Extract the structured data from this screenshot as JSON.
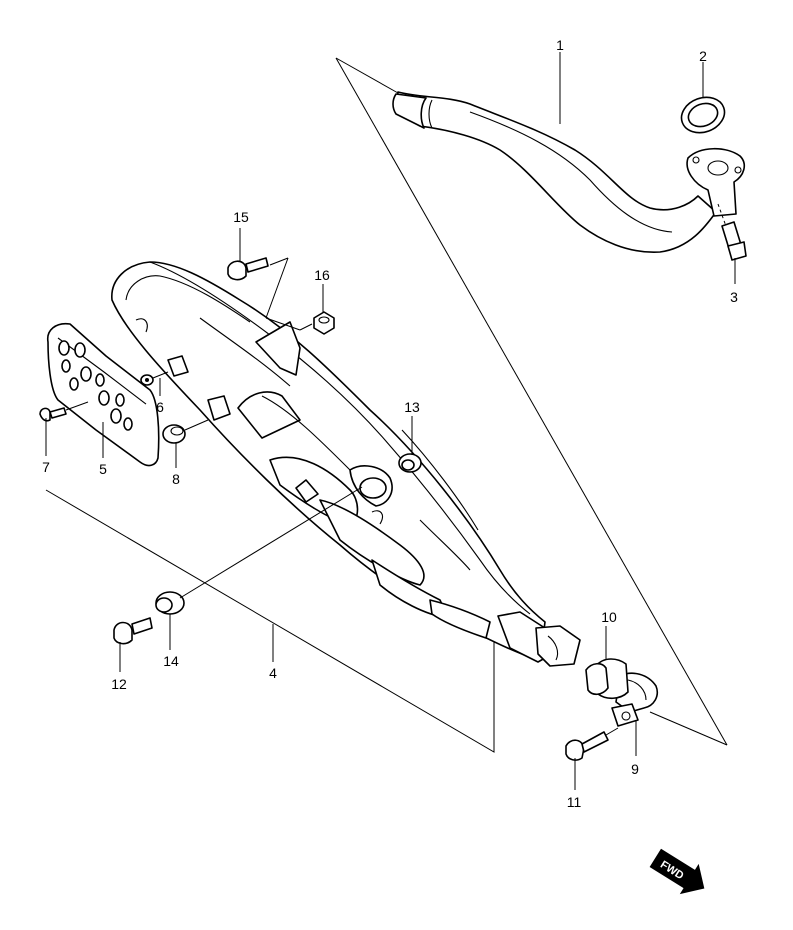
{
  "diagram": {
    "callouts": [
      {
        "id": "1",
        "text": "1"
      },
      {
        "id": "2",
        "text": "2"
      },
      {
        "id": "3",
        "text": "3"
      },
      {
        "id": "4",
        "text": "4"
      },
      {
        "id": "5",
        "text": "5"
      },
      {
        "id": "6",
        "text": "6"
      },
      {
        "id": "7",
        "text": "7"
      },
      {
        "id": "8",
        "text": "8"
      },
      {
        "id": "9",
        "text": "9"
      },
      {
        "id": "10",
        "text": "10"
      },
      {
        "id": "11",
        "text": "11"
      },
      {
        "id": "12",
        "text": "12"
      },
      {
        "id": "13",
        "text": "13"
      },
      {
        "id": "14",
        "text": "14"
      },
      {
        "id": "15",
        "text": "15"
      },
      {
        "id": "16",
        "text": "16"
      }
    ],
    "fwd_badge": "FWD"
  }
}
